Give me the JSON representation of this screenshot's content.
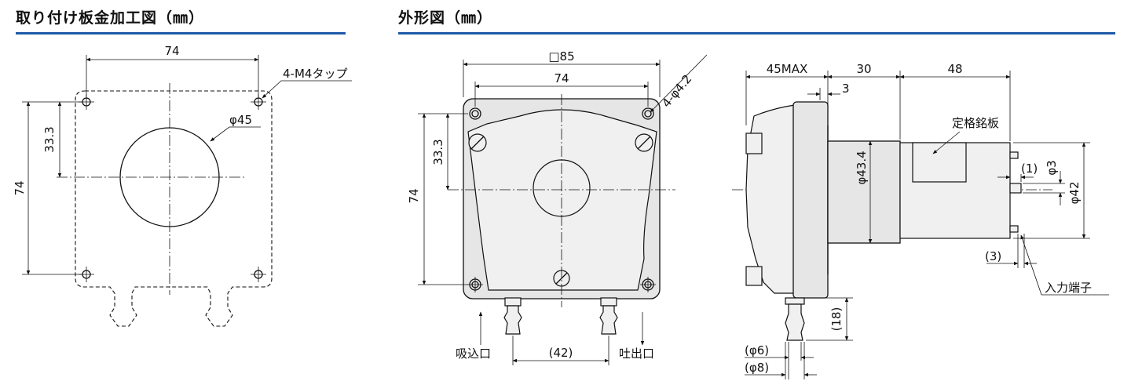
{
  "titles": {
    "left": "取り付け板金加工図（㎜）",
    "right": "外形図（㎜）"
  },
  "colors": {
    "title_rule": "#1e5aa8",
    "body_fill": "#e6e6e6"
  },
  "panel_cut": {
    "width_dim": "74",
    "height_dim": "74",
    "offset_dim": "33.3",
    "hole_dim": "φ45",
    "tap_label": "4-M4タップ"
  },
  "front_view": {
    "square_dim": "□85",
    "pitch_h_dim": "74",
    "pitch_v_dim": "74",
    "offset_dim": "33.3",
    "hole_dim": "4-φ4.2",
    "nozzle_pitch_dim": "(42)",
    "inlet_label": "吸込口",
    "outlet_label": "吐出口"
  },
  "side_view": {
    "depth_dim": "45MAX",
    "motor_len_dim": "30",
    "tail_len_dim": "48",
    "flange_dim": "3",
    "motor_dia_dim": "φ43.4",
    "tail_dia_dim": "φ42",
    "shaft_dia_dim": "φ3",
    "shaft_len_dim": "(1)",
    "terminal_len_dim": "(3)",
    "nozzle_len_dim": "(18)",
    "nozzle_inner_dim": "(φ6)",
    "nozzle_outer_dim": "(φ8)",
    "nameplate_label": "定格銘板",
    "terminal_label": "入力端子"
  }
}
